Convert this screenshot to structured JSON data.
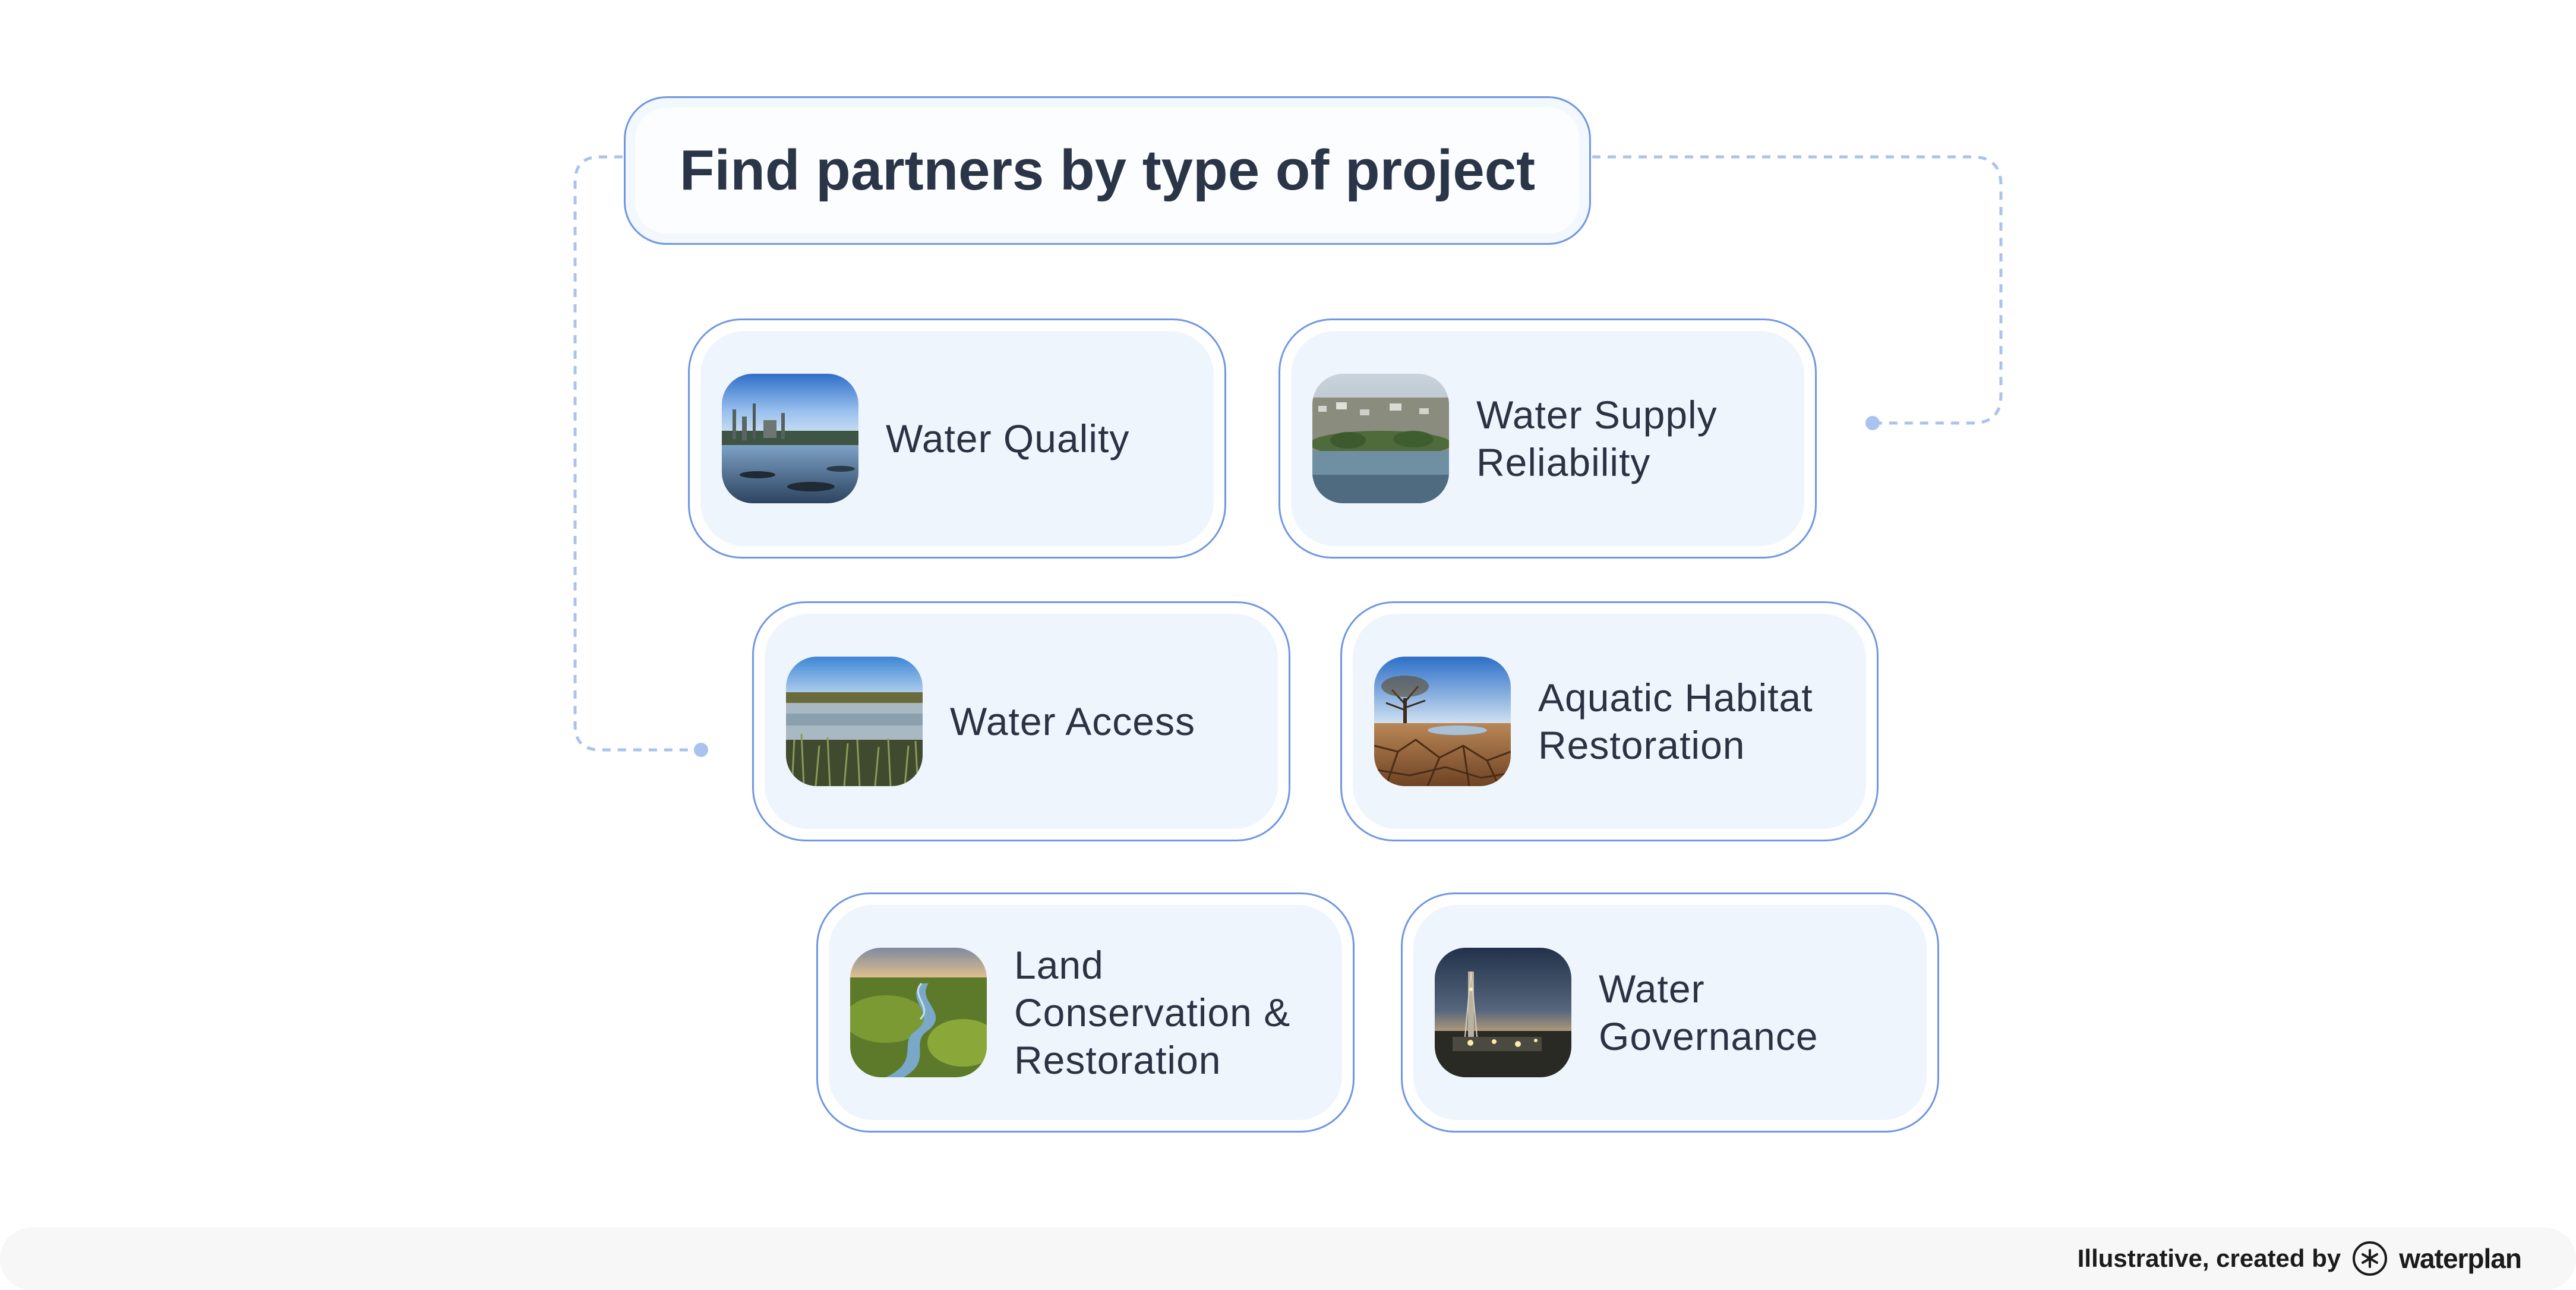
{
  "title": "Find partners by type of project",
  "cards": [
    {
      "label": "Water Quality",
      "image": "industrial-lake-photo"
    },
    {
      "label": "Water Supply Reliability",
      "image": "city-reservoir-photo"
    },
    {
      "label": "Water Access",
      "image": "wetland-reeds-photo"
    },
    {
      "label": "Aquatic Habitat Restoration",
      "image": "dry-cracked-earth-photo"
    },
    {
      "label": "Land Conservation & Restoration",
      "image": "river-valley-photo"
    },
    {
      "label": "Water Governance",
      "image": "drilling-rig-night-photo"
    }
  ],
  "footer": {
    "credit_text": "Illustrative, created by",
    "brand_name": "waterplan",
    "brand_icon": "asterisk-circle-icon"
  },
  "colors": {
    "accent_border": "#6f97e3",
    "connector": "#a9c3ef",
    "card_fill": "#eff5fd",
    "title_text": "#2b3548"
  }
}
